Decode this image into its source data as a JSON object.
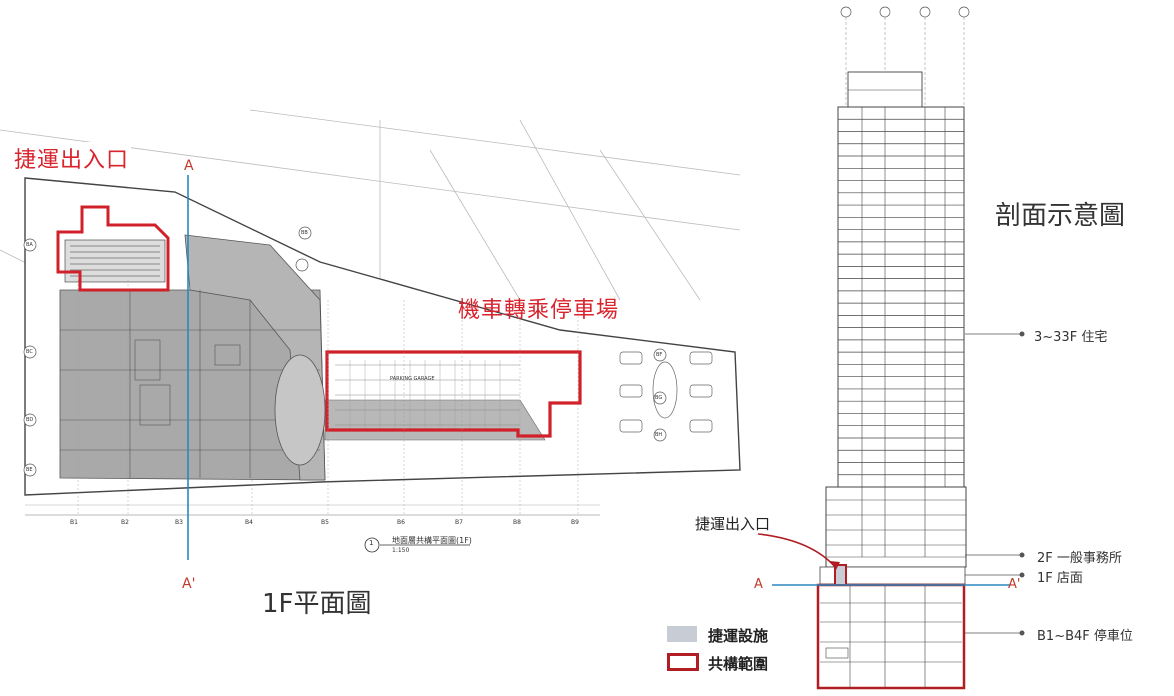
{
  "plan": {
    "metro_entrance_label": "捷運出入口",
    "scooter_parking_label": "機車轉乘停車場",
    "section_a": "A",
    "section_a_prime": "A'",
    "title": "1F平面圖",
    "caption_title": "地面層共構平面圖(1F)",
    "caption_scale": "1:150",
    "caption_index": "1",
    "grid_labels": [
      "B1",
      "B2",
      "B3",
      "B4",
      "B5",
      "B6",
      "B7",
      "B8",
      "B9"
    ],
    "bay_labels": [
      "BA",
      "BB",
      "BC",
      "BD",
      "BE",
      "BF",
      "BG",
      "BH"
    ],
    "parking_text": "PARKING GARAGE"
  },
  "section": {
    "title": "剖面示意圖",
    "metro_entrance_label": "捷運出入口",
    "section_a": "A",
    "section_a_prime": "A'",
    "callouts": [
      {
        "text": "3~33F 住宅"
      },
      {
        "text": "2F 一般事務所"
      },
      {
        "text": "1F 店面"
      },
      {
        "text": "B1~B4F 停車位"
      }
    ]
  },
  "legend": {
    "items": [
      {
        "label": "捷運設施",
        "color": "#c8ccd4"
      },
      {
        "label": "共構範圍",
        "color": "#b01e24"
      }
    ]
  },
  "colors": {
    "red": "#d0202a",
    "blue": "#2e86c1",
    "gray_fill": "#a8a8a8",
    "line": "#555555"
  }
}
